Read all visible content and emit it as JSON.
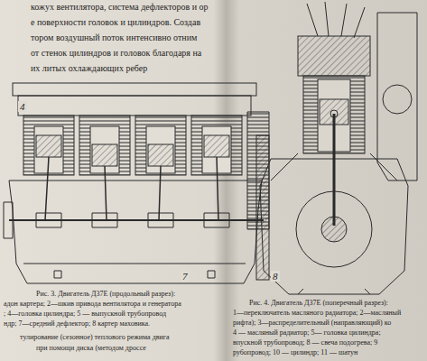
{
  "diagram": {
    "labels": [
      "кожух вентилятора, система дефлекторов и ор",
      "е поверхности головок и цилиндров. Создав",
      "тором воздушный поток интенсивно отним",
      "от стенок цилиндров и головок благодаря на",
      "их литых охлаждающих ребер",
      "4",
      "7",
      "8",
      "Рис. 3. Двигатель Д37Е (продольный разрез):",
      "адон картера; 2—шкив привода вентилятора и генератора",
      "; 4—головка цилиндра; 5 — выпускной трубопровод",
      "ндр; 7—средний дефлектор; 8 картер маховика.",
      "тулирование (сезонное) теплового режима двига",
      "при помощи диска (методом дроссе",
      "Рис. 4. Двигатель Д37Е (поперечный разрез):",
      "1—переключатель масляного радиатора; 2—масляный",
      "рифта); 3—распределительный (направляющий) ко",
      "4 — масляный радиатор; 5— головка цилиндра;",
      "впускной трубопровод; 8 — свеча подогрева; 9",
      "рубопровод; 10 — цилиндр; 11 — шатун"
    ]
  }
}
